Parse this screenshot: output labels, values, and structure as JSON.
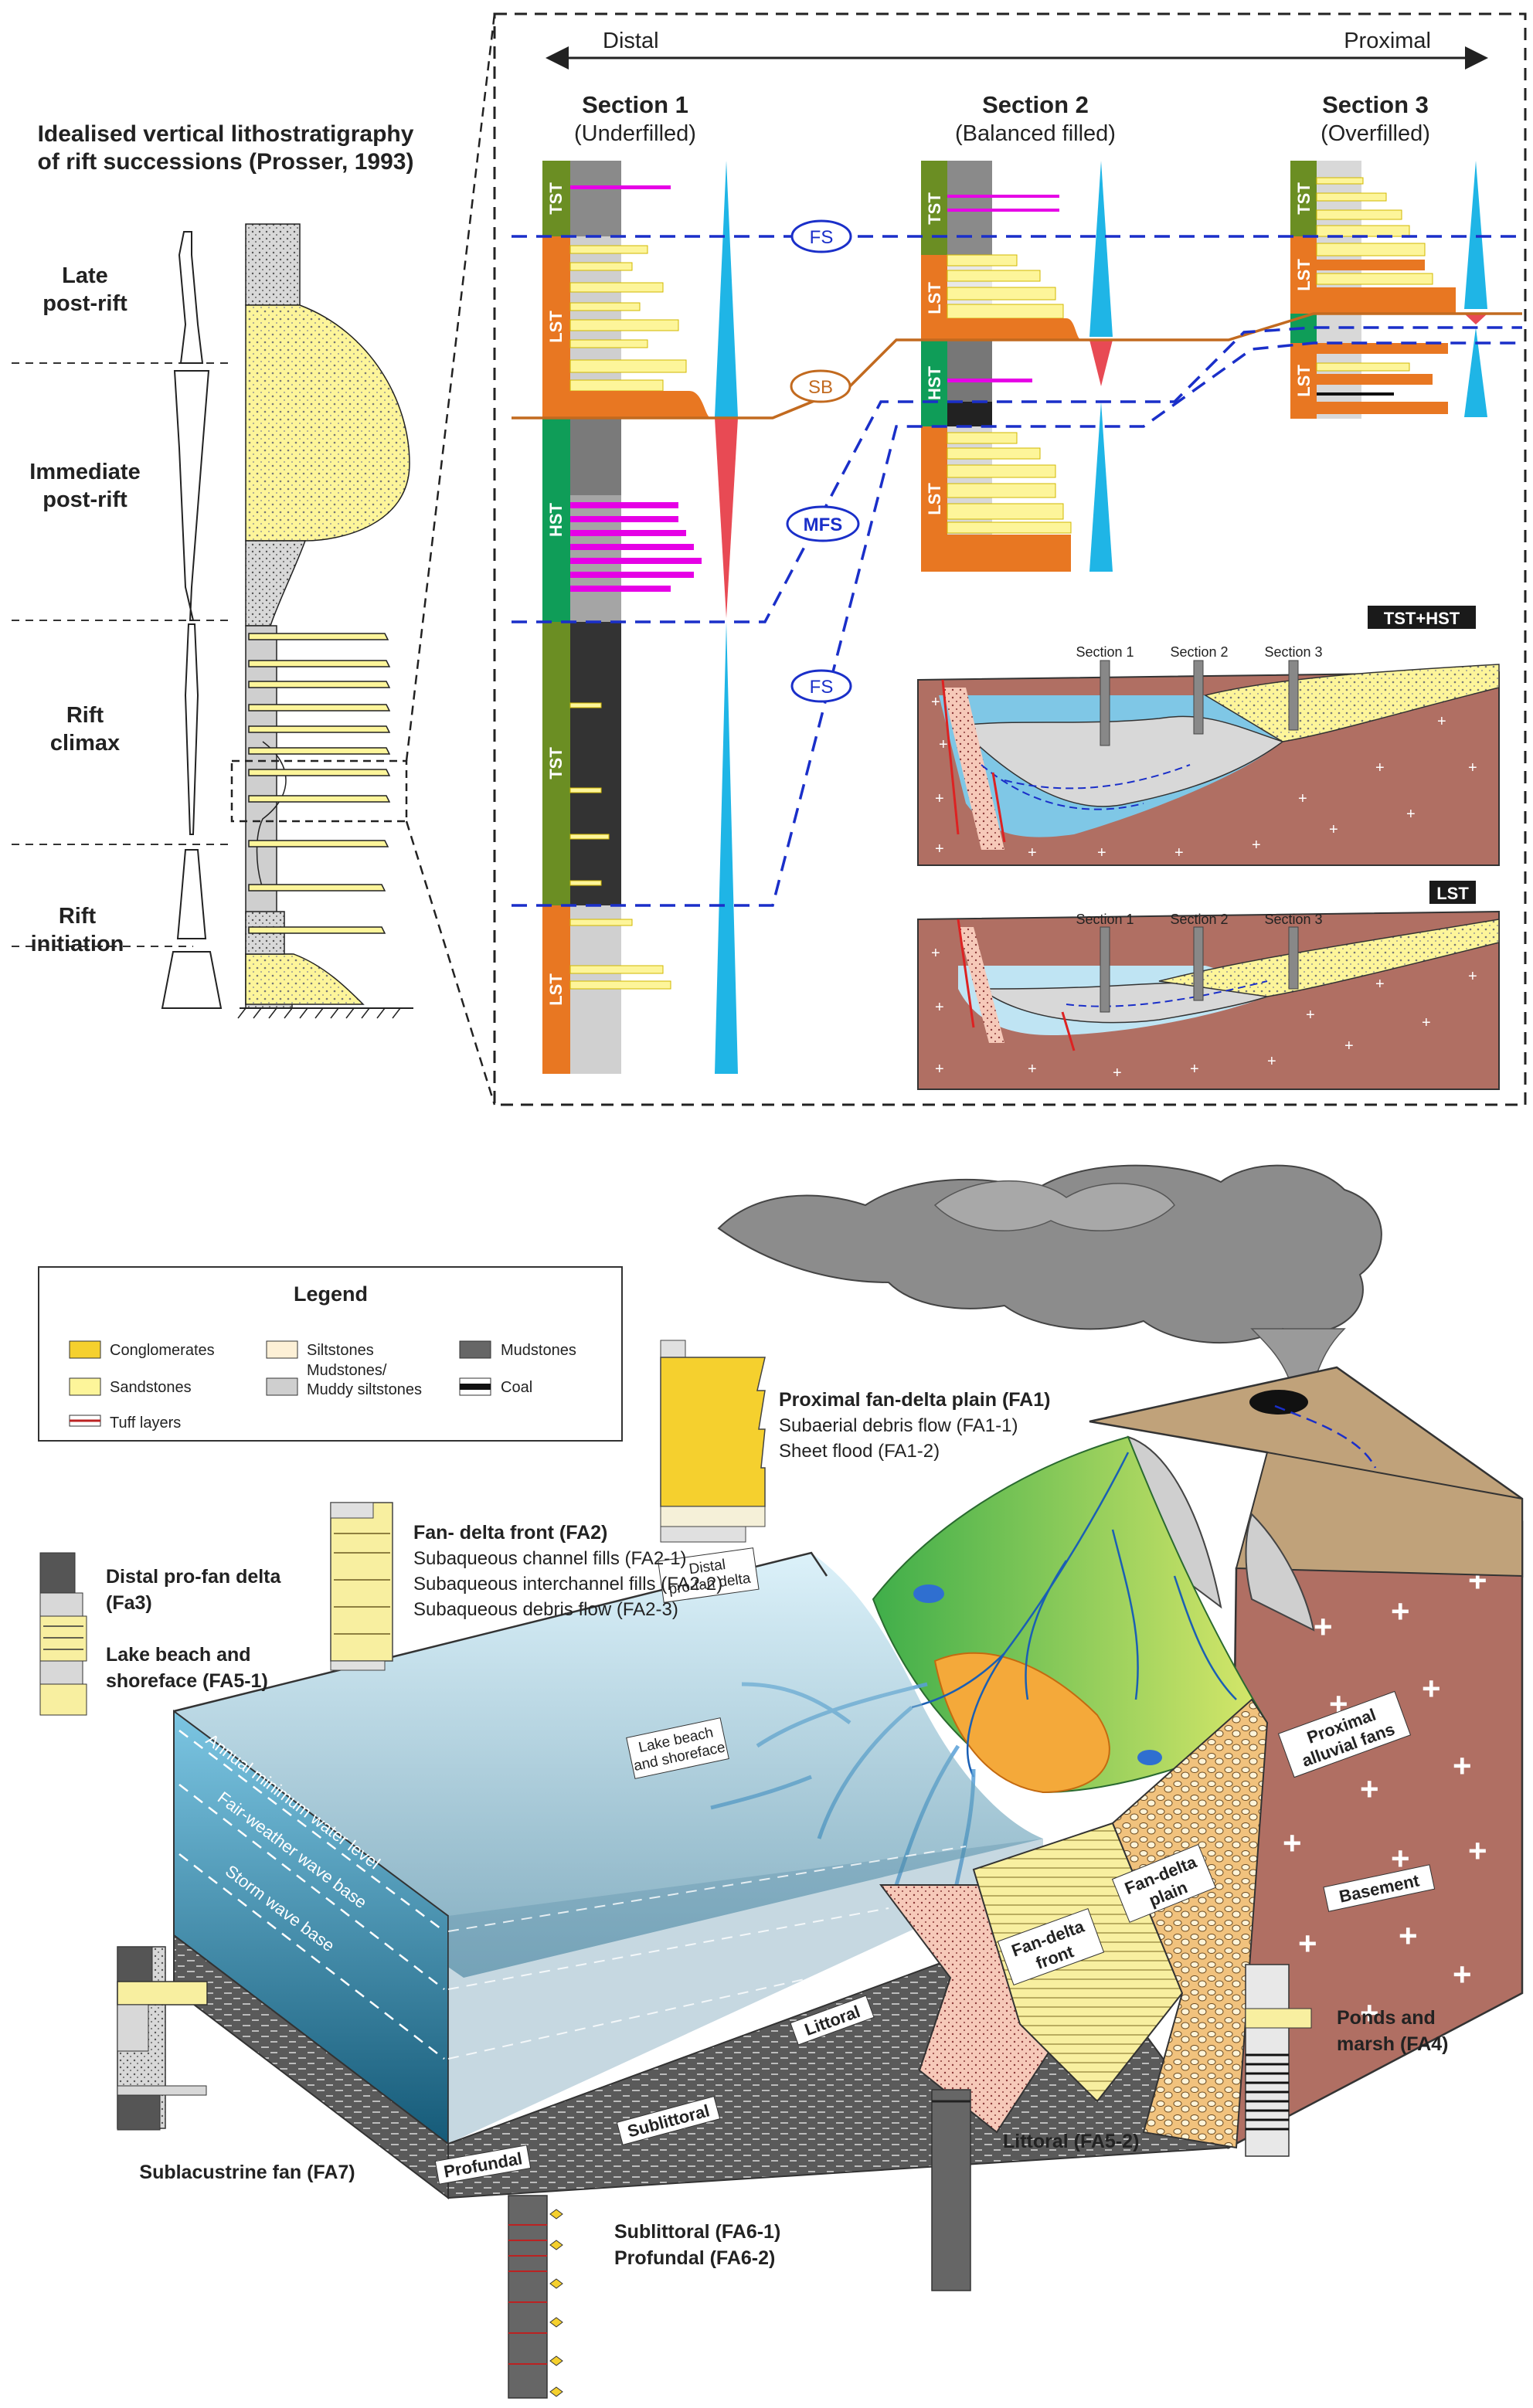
{
  "idealised": {
    "title_line1": "Idealised vertical lithostratigraphy",
    "title_line2": "of rift successions (Prosser, 1993)",
    "stages": [
      {
        "l1": "Late",
        "l2": "post-rift"
      },
      {
        "l1": "Immediate",
        "l2": "post-rift"
      },
      {
        "l1": "Rift",
        "l2": "climax"
      },
      {
        "l1": "Rift",
        "l2": "initiation"
      }
    ]
  },
  "sections": {
    "distal": "Distal",
    "proximal": "Proximal",
    "s1_title": "Section 1",
    "s1_sub": "(Underfilled)",
    "s2_title": "Section 2",
    "s2_sub": "(Balanced filled)",
    "s3_title": "Section 3",
    "s3_sub": "(Overfilled)",
    "tract_tst": "TST",
    "tract_lst": "LST",
    "tract_hst": "HST",
    "surface_fs": "FS",
    "surface_sb": "SB",
    "surface_mfs": "MFS",
    "panel_tst_hst": "TST+HST",
    "panel_lst": "LST",
    "well_1": "Section 1",
    "well_2": "Section 2",
    "well_3": "Section 3"
  },
  "legend": {
    "title": "Legend",
    "conglomerates": "Conglomerates",
    "sandstones": "Sandstones",
    "tuff": "Tuff layers",
    "siltstones": "Siltstones",
    "mud_silt_l1": "Mudstones/",
    "mud_silt_l2": "Muddy siltstones",
    "mudstones": "Mudstones",
    "coal": "Coal"
  },
  "facies": {
    "fa1_title": "Proximal fan-delta plain (FA1)",
    "fa1_a": "Subaerial debris flow (FA1-1)",
    "fa1_b": "Sheet flood (FA1-2)",
    "fa2_title": "Fan- delta front (FA2)",
    "fa2_a": "Subaqueous channel fills (FA2-1)",
    "fa2_b": "Subaqueous interchannel fills (FA2-2)",
    "fa2_c": "Subaqueous debris flow (FA2-3)",
    "fa3": "Distal pro-fan delta",
    "fa3_code": "(Fa3)",
    "fa51_l1": "Lake beach and",
    "fa51_l2": "shoreface (FA5-1)",
    "fa7": "Sublacustrine fan (FA7)",
    "fa6_1": "Sublittoral (FA6-1)",
    "fa6_2": "Profundal (FA6-2)",
    "fa52": "Littoral (FA5-2)",
    "fa4_l1": "Ponds and",
    "fa4_l2": "marsh (FA4)"
  },
  "block": {
    "distal_pro_l1": "Distal",
    "distal_pro_l2": "pro-fan delta",
    "lake_beach_l1": "Lake beach",
    "lake_beach_l2": "and shoreface",
    "annual_min": "Annual minimum water level",
    "fair_weather": "Fair-weather wave base",
    "storm_wave": "Storm wave base",
    "profundal": "Profundal",
    "sublittoral": "Sublittoral",
    "littoral": "Littoral",
    "fan_front_l1": "Fan-delta",
    "fan_front_l2": "front",
    "fan_plain_l1": "Fan-delta",
    "fan_plain_l2": "plain",
    "alluvial_l1": "Proximal",
    "alluvial_l2": "alluvial fans",
    "basement": "Basement"
  },
  "colors": {
    "sandstone": "#fdf59a",
    "conglomerate": "#f5d02e",
    "mudstone": "#3a3a3a",
    "muddy_silt": "#cfcfcf",
    "tst": "#6b8e23",
    "lst": "#e87722",
    "hst": "#0f9d58",
    "tuff": "#e600e6",
    "surface_blue": "#1a2fc9",
    "surface_sb": "#c26a1f",
    "basement": "#b06f63",
    "lake": "#7fc7e6"
  }
}
